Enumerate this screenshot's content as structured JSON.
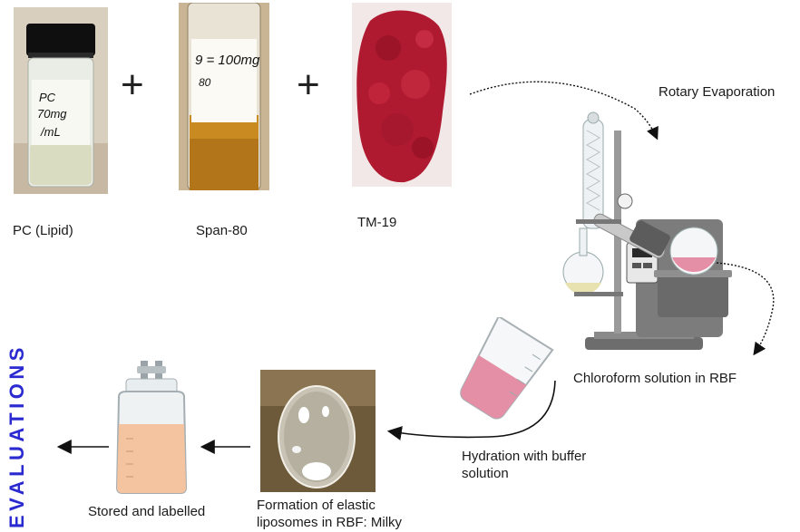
{
  "materials": [
    {
      "label": "PC (Lipid)",
      "handwriting": [
        "PC",
        "70mg",
        "/mL"
      ]
    },
    {
      "label": "Span-80",
      "handwriting": [
        "9 = 100mg",
        "80"
      ]
    },
    {
      "label": "TM-19"
    }
  ],
  "plus_signs": [
    "+",
    "+"
  ],
  "steps": {
    "rotary": "Rotary Evaporation",
    "chloroform": "Chloroform solution in RBF",
    "hydration_line1": "Hydration with buffer",
    "hydration_line2": "solution",
    "formation_line1": "Formation of elastic",
    "formation_line2": "liposomes in RBF: Milky",
    "stored": "Stored and labelled"
  },
  "side_label": "EVALUATIONS",
  "colors": {
    "side_label": "#2a2ad0",
    "tm19_red": "#b01a30",
    "pink_solution": "#e58fa6",
    "milky_jar": "#f3c49f",
    "oil_amber": "#c98a22"
  }
}
